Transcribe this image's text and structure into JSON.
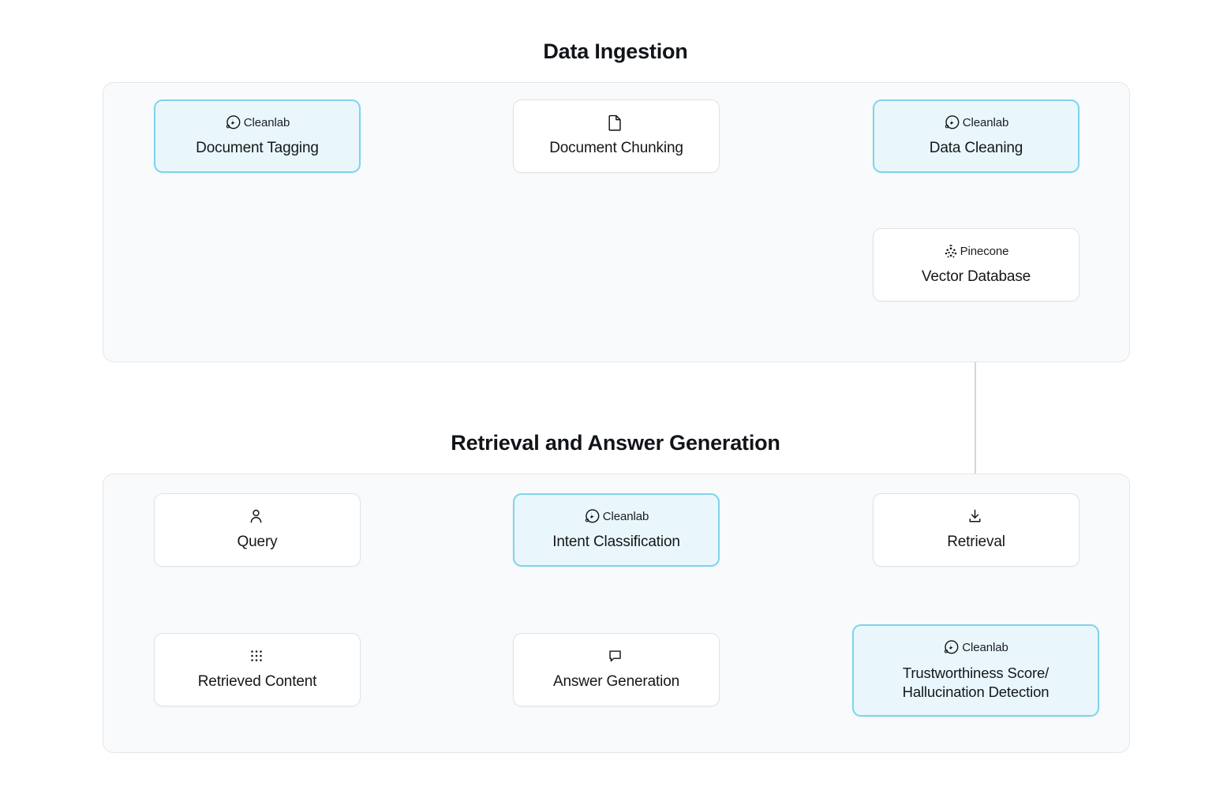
{
  "page": {
    "background": "#ffffff",
    "accent_highlight_border": "#7ed4ec",
    "accent_highlight_fill": "#e9f7fd",
    "connector_color": "#c9ced4",
    "section_fill": "#f8fafc",
    "section_border": "#e3e7ea"
  },
  "sections": {
    "ingestion": {
      "title": "Data Ingestion",
      "nodes": {
        "document_tagging": {
          "brand": "Cleanlab",
          "brand_icon": "cleanlab-logo-icon",
          "label": "Document Tagging",
          "highlighted": true
        },
        "document_chunking": {
          "brand": "",
          "brand_icon": "file-document-icon",
          "label": "Document Chunking",
          "highlighted": false
        },
        "data_cleaning": {
          "brand": "Cleanlab",
          "brand_icon": "cleanlab-logo-icon",
          "label": "Data Cleaning",
          "highlighted": true
        },
        "vector_database": {
          "brand": "Pinecone",
          "brand_icon": "pinecone-logo-icon",
          "label": "Vector Database",
          "highlighted": false
        }
      }
    },
    "retrieval": {
      "title": "Retrieval and Answer Generation",
      "nodes": {
        "query": {
          "brand": "",
          "brand_icon": "user-person-icon",
          "label": "Query",
          "highlighted": false
        },
        "intent_classification": {
          "brand": "Cleanlab",
          "brand_icon": "cleanlab-logo-icon",
          "label": "Intent Classification",
          "highlighted": true
        },
        "retrieval_step": {
          "brand": "",
          "brand_icon": "download-arrow-icon",
          "label": "Retrieval",
          "highlighted": false
        },
        "retrieved_content": {
          "brand": "",
          "brand_icon": "grid-dots-icon",
          "label": "Retrieved Content",
          "highlighted": false
        },
        "answer_generation": {
          "brand": "",
          "brand_icon": "speech-bubble-icon",
          "label": "Answer Generation",
          "highlighted": false
        },
        "trustworthiness": {
          "brand": "Cleanlab",
          "brand_icon": "cleanlab-logo-icon",
          "label": "Trustworthiness Score/\nHallucination Detection",
          "highlighted": true
        }
      }
    }
  }
}
